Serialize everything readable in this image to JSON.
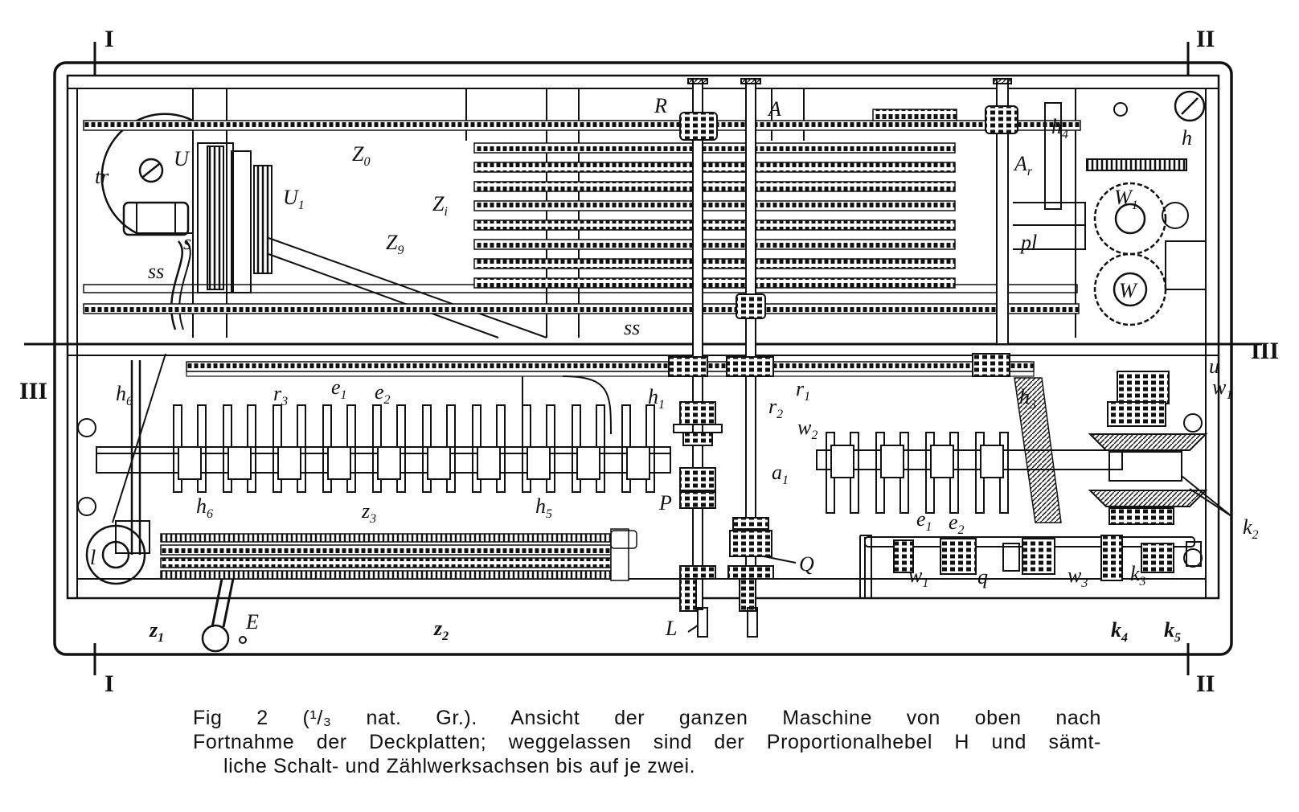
{
  "section_markers": {
    "I": "I",
    "II": "II",
    "III": "III"
  },
  "labels": {
    "tr": "tr",
    "U": "U",
    "U1": "U",
    "s": "s",
    "ss_left": "ss",
    "Z0": "Z",
    "Zi": "Z",
    "Z9": "Z",
    "R": "R",
    "A": "A",
    "Ar": "A",
    "h4": "h",
    "h": "h",
    "W1": "W",
    "W": "W",
    "pl": "pl",
    "ss_center": "ss",
    "r3": "r",
    "e1_left": "e",
    "e2_left": "e",
    "h1": "h",
    "r2": "r",
    "r1": "r",
    "h3": "h",
    "u": "u",
    "w1_top": "w",
    "h6_top": "h",
    "w2": "w",
    "a1": "a",
    "P": "P",
    "h6": "h",
    "z3": "z",
    "h5": "h",
    "e1_right": "e",
    "e2_right": "e",
    "k2": "k",
    "Q": "Q",
    "l": "l",
    "w1_bottom": "w",
    "q": "q",
    "w3": "w",
    "k3": "k",
    "z1": "z",
    "z2": "z",
    "E": "E",
    "L": "L",
    "k4": "k",
    "k5": "k"
  },
  "subscripts": {
    "U1": "1",
    "Z0": "0",
    "Zi": "i",
    "Z9": "9",
    "Ar": "r",
    "h4": "4",
    "W1": "1",
    "r3": "3",
    "e1_left": "1",
    "e2_left": "2",
    "h1": "1",
    "r2": "2",
    "r1": "1",
    "h3": "3",
    "w1_top": "1",
    "h6_top": "6",
    "w2": "2",
    "a1": "1",
    "h6": "6",
    "z3": "3",
    "h5": "5",
    "e1_right": "1",
    "e2_right": "2",
    "k2": "2",
    "w1_bottom": "1",
    "w3": "3",
    "k3": "3",
    "z1": "1",
    "z2": "2",
    "k4": "4",
    "k5": "5"
  },
  "caption": {
    "line1": "Fig 2 (¹/₃ nat. Gr.).  Ansicht der ganzen Maschine von oben nach",
    "line2": "Fortnahme der Deckplatten; weggelassen sind der Proportionalhebel H und sämt-",
    "line3": "liche Schalt- und Zählwerksachsen bis auf je zwei."
  }
}
